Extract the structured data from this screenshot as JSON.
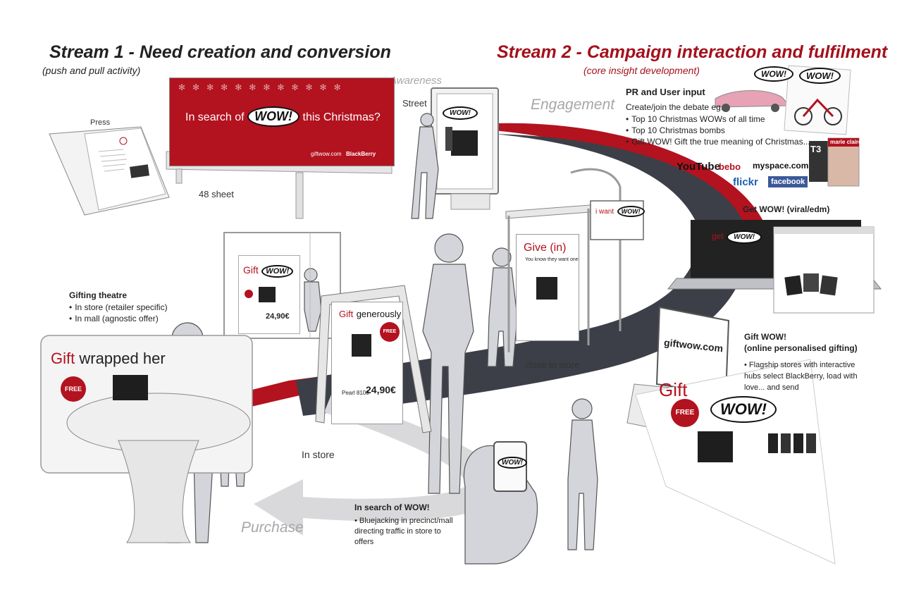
{
  "stream1": {
    "title": "Stream 1 - Need creation and conversion",
    "subtitle": "(push and pull activity)",
    "color": "#111111"
  },
  "stream2": {
    "title": "Stream 2 - Campaign interaction and fulfilment",
    "subtitle": "(core insight development)",
    "color": "#a3111c"
  },
  "stages": {
    "awareness": "Awareness",
    "engagement": "Engagement",
    "purchase": "Purchase"
  },
  "labels": {
    "press": "Press",
    "street": "Street",
    "sheet48": "48 sheet",
    "in_store": "In store",
    "close_to_store": "close to store"
  },
  "billboard": {
    "text_before": "In search of",
    "wow": "WOW!",
    "text_after": "this Christmas?",
    "url": "giftwow.com",
    "brand": "BlackBerry"
  },
  "pr": {
    "title": "PR and User input",
    "intro": "Create/join the debate eg.",
    "bullets": [
      "Top 10 Christmas WOWs of all time",
      "Top 10 Christmas bombs",
      "Gift WOW! Gift the true meaning of Christmas..."
    ]
  },
  "social": [
    "YouTube",
    "bebo",
    "myspace.com",
    "flickr",
    "facebook"
  ],
  "magazines": [
    "T3",
    "marie claire"
  ],
  "get_wow": "Get WOW! (viral/edm)",
  "gift_wow": {
    "title_line1": "Gift WOW!",
    "title_line2": "(online personalised gifting)",
    "bullet": "Flagship stores with interactive hubs select BlackBerry, load with love... and send"
  },
  "gifting_theatre": {
    "title": "Gifting theatre",
    "bullets": [
      "In store (retailer specific)",
      "In mall (agnostic offer)"
    ]
  },
  "in_search": {
    "title": "In search of WOW!",
    "bullet": "Bluejacking in precinct/mall directing traffic in store to offers"
  },
  "posters": {
    "gift_wow": {
      "word": "Gift",
      "wow": "WOW!",
      "price": "24,90€"
    },
    "generously": {
      "word1": "Gift",
      "word2": "generously",
      "model": "Pearl 8100",
      "price": "24,90€",
      "badge": "FREE"
    },
    "give_in": {
      "title": "Give (in)",
      "sub": "You know they want one"
    },
    "i_want": {
      "text": "i want",
      "wow": "WOW!"
    },
    "wrapped": {
      "word1": "Gift",
      "word2": "wrapped her",
      "badge": "FREE"
    },
    "website": {
      "word": "Gift",
      "wow": "WOW!",
      "badge": "FREE"
    }
  },
  "kiosk_screen": "giftwow.com",
  "phone_screen": "WOW!",
  "colors": {
    "brand_red": "#b3121f",
    "dark_text": "#222222",
    "stage_grey": "#a7a7a7"
  }
}
